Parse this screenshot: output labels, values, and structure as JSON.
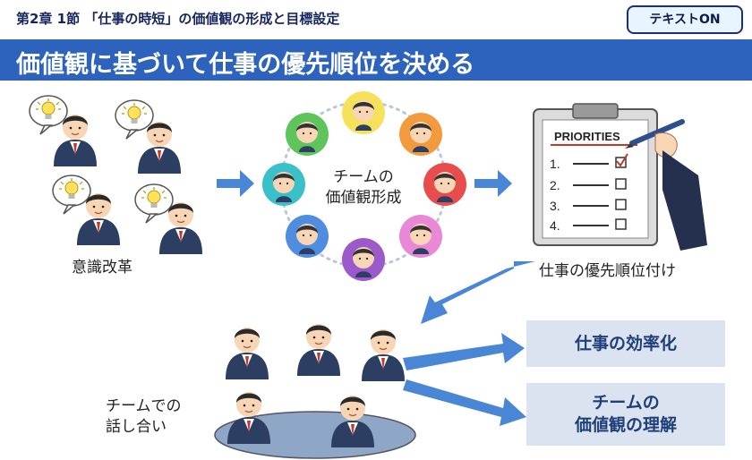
{
  "header": {
    "chapter_title": "第2章 1節 「仕事の時短」の価値観の形成と目標設定",
    "text_toggle_label": "テキストON"
  },
  "banner": {
    "title": "価値観に基づいて仕事の優先順位を決める"
  },
  "left": {
    "caption": "意識改革"
  },
  "center": {
    "line1": "チームの",
    "line2": "価値観形成"
  },
  "right": {
    "clipboard_heading": "PRIORITIES",
    "list_numbers": [
      "1.",
      "2.",
      "3.",
      "4."
    ],
    "caption": "仕事の優先順位付け"
  },
  "bottom": {
    "meeting_line1": "チームでの",
    "meeting_line2": "話し合い",
    "result1": "仕事の効率化",
    "result2_line1": "チームの",
    "result2_line2": "価値観の理解"
  },
  "colors": {
    "banner": "#2e63bd",
    "arrow": "#4a86d6",
    "box_bg": "#dae3ef",
    "box_text": "#1f3f7a"
  }
}
